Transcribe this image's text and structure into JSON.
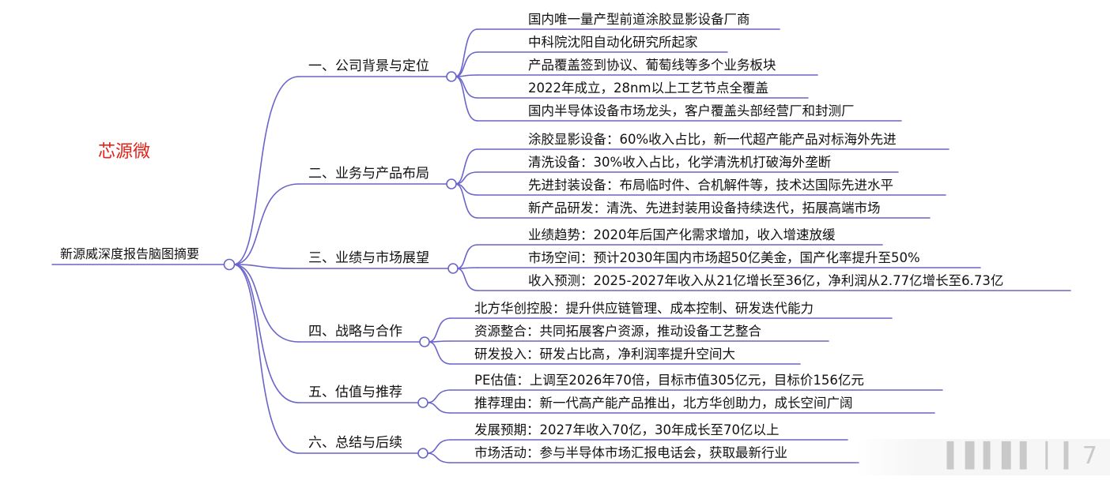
{
  "title": "芯源微",
  "root": "新源威深度报告脑图摘要",
  "line_color": "#6b64c9",
  "title_color": "#e2231a",
  "branches": [
    {
      "label": "一、公司背景与定位",
      "leaves": [
        "国内唯一量产型前道涂胶显影设备厂商",
        "中科院沈阳自动化研究所起家",
        "产品覆盖签到协议、葡萄线等多个业务板块",
        "2022年成立，28nm以上工艺节点全覆盖",
        "国内半导体设备市场龙头，客户覆盖头部经营厂和封测厂"
      ]
    },
    {
      "label": "二、业务与产品布局",
      "leaves": [
        "涂胶显影设备：60%收入占比，新一代超产能产品对标海外先进",
        "清洗设备：30%收入占比，化学清洗机打破海外垄断",
        "先进封装设备：布局临时件、合机解件等，技术达国际先进水平",
        "新产品研发：清洗、先进封装用设备持续迭代，拓展高端市场"
      ]
    },
    {
      "label": "三、业绩与市场展望",
      "leaves": [
        "业绩趋势：2020年后国产化需求增加，收入增速放缓",
        "市场空间：预计2030年国内市场超50亿美金，国产化率提升至50%",
        "收入预测：2025-2027年收入从21亿增长至36亿，净利润从2.77亿增长至6.73亿"
      ]
    },
    {
      "label": "四、战略与合作",
      "leaves": [
        "北方华创控股：提升供应链管理、成本控制、研发迭代能力",
        "资源整合：共同拓展客户资源，推动设备工艺整合",
        "研发投入：研发占比高，净利润率提升空间大"
      ]
    },
    {
      "label": "五、估值与推荐",
      "leaves": [
        "PE估值：上调至2026年70倍，目标市值305亿元，目标价156亿元",
        "推荐理由：新一代高产能产品推出，北方华创助力，成长空间广阔"
      ]
    },
    {
      "label": "六、总结与后续",
      "leaves": [
        "发展预期：2027年收入70亿，30年成长至70亿以上",
        "市场活动：参与半导体市场汇报电话会，获取最新行业"
      ]
    }
  ]
}
